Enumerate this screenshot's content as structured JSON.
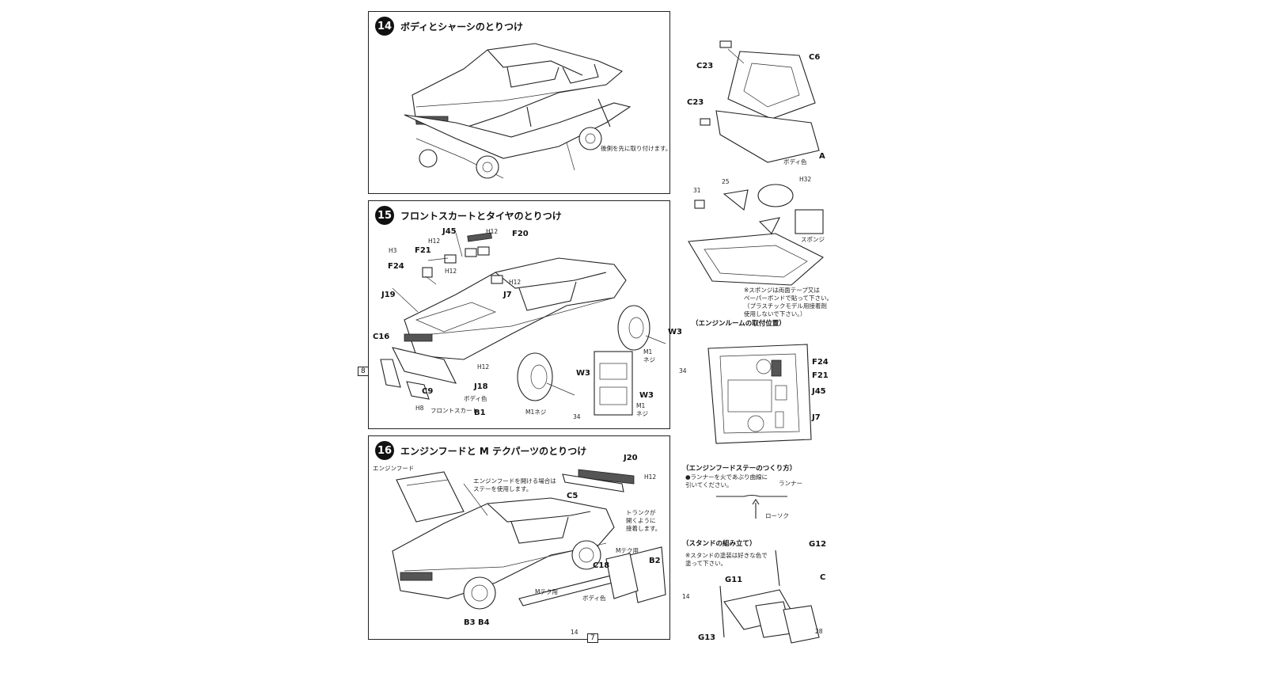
{
  "steps": [
    {
      "number": "14",
      "title": "ボディとシャーシのとりつけ",
      "notes": {
        "rear_first": "後側を先に取り付けます。"
      }
    },
    {
      "number": "15",
      "title": "フロントスカートとタイヤのとりつけ",
      "labels": {
        "j45": "J45",
        "f20": "F20",
        "h12a": "H12",
        "h12b": "H12",
        "h3": "H3",
        "f21": "F21",
        "h12c": "H12",
        "f24": "F24",
        "h12d": "H12",
        "j7": "J7",
        "j19": "J19",
        "c16": "C16",
        "h12e": "H12",
        "j18": "J18",
        "c9": "C9",
        "body_color": "ボディ色",
        "h8": "H8",
        "front_skirt": "フロントスカート",
        "b1": "B1",
        "w3a": "W3",
        "w3b": "W3",
        "w3c": "W3",
        "m1_screw_a": "M1ネジ",
        "m1_screw_b": "M1",
        "neji_b": "ネジ",
        "m1_screw_c": "M1",
        "neji_c": "ネジ",
        "mark34a": "34",
        "mark34b": "34",
        "side_8": "8"
      }
    },
    {
      "number": "16",
      "title": "エンジンフードと M テクパーツのとりつけ",
      "labels": {
        "engine_hood": "エンジンフード",
        "j20": "J20",
        "h12": "H12",
        "c5": "C5",
        "c18": "C18",
        "b2": "B2",
        "mtech_a": "Mテク用",
        "mtech_b": "Mテク用",
        "body_color": "ボディ色",
        "b3b4": "B3 B4",
        "mark14a": "14",
        "mark14b": "14"
      },
      "notes": {
        "hood_open": "エンジンフードを開ける場合は\nステーを使用します。",
        "trunk": "トランクが\n開くように\n接着します。"
      }
    }
  ],
  "right": {
    "labels": {
      "c23a": "C23",
      "c6": "C6",
      "c23b": "C23",
      "a": "A",
      "body_color": "ボディ色",
      "h32": "H32",
      "sponge": "スポンジ",
      "mark31": "31",
      "mark25": "25",
      "f24": "F24",
      "f21": "F21",
      "j45": "J45",
      "j7": "J7",
      "g12": "G12",
      "g11": "G11",
      "g13": "G13",
      "c_cut": "C",
      "runner": "ランナー",
      "candle": "ローソク",
      "mark28": "28"
    },
    "notes": {
      "sponge_note": "※スポンジは両面テープ又は\nペーパーボンドで貼って下さい。\n（プラスチックモデル用接着剤\n使用しないで下さい。）",
      "engine_room": "（エンジンルームの取付位置）",
      "stay_title": "（エンジンフードステーのつくり方）",
      "stay_note": "●ランナーを火であぶり曲線に\n引いてください。",
      "stand_title": "（スタンドの組み立て）",
      "stand_note": "※スタンドの塗装は好きな色で\n塗って下さい。"
    }
  },
  "page_number": "7"
}
